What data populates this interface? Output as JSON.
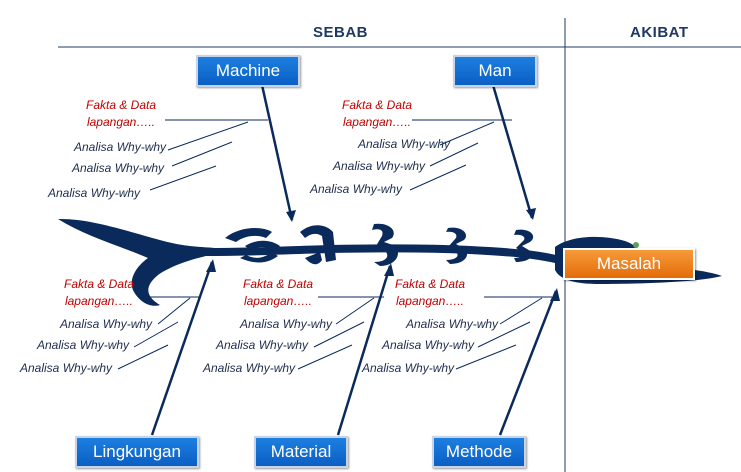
{
  "header": {
    "cause_label": "SEBAB",
    "effect_label": "AKIBAT"
  },
  "effect": {
    "label": "Masalah"
  },
  "categories": {
    "machine": "Machine",
    "man": "Man",
    "lingkungan": "Lingkungan",
    "material": "Material",
    "methode": "Methode"
  },
  "branch_text": {
    "fakta_line1": "Fakta & Data",
    "fakta_line2": "lapangan…..",
    "why": "Analisa Why-why"
  },
  "colors": {
    "fish": "#0b2a5c",
    "category_box": "#0b6fd6",
    "effect_box": "#e8741a",
    "fakta_text": "#c00000"
  }
}
